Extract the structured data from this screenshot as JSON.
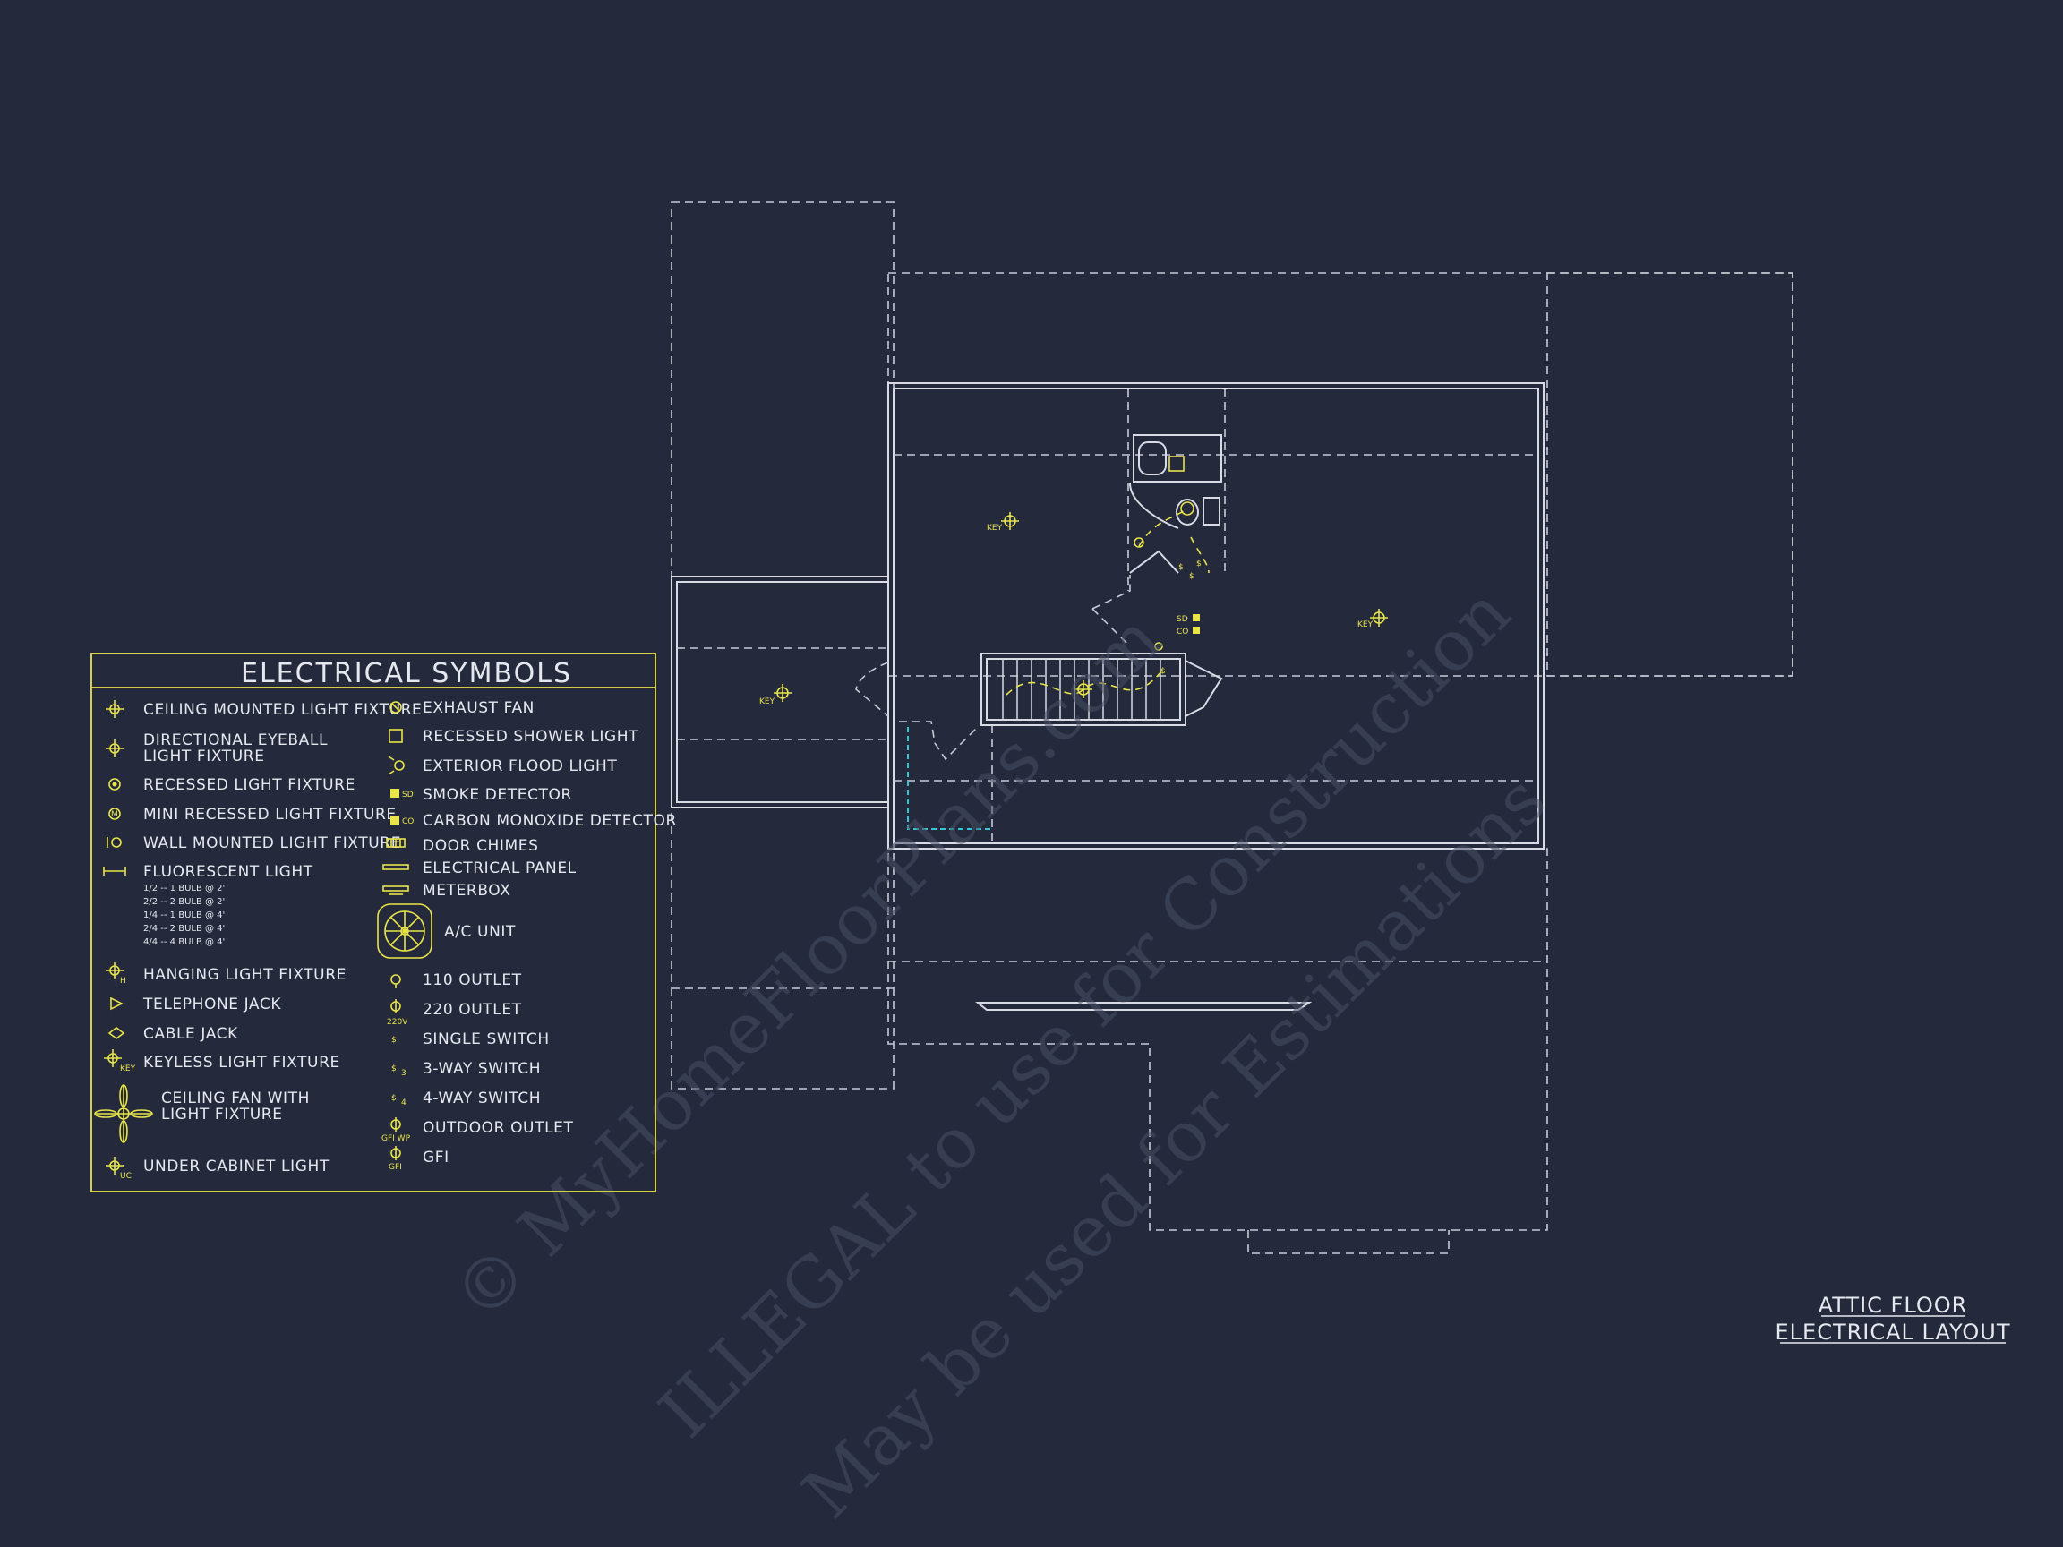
{
  "watermark": {
    "line1": "© MyHomeFloorPlans.com",
    "line2": "ILLEGAL to use for Construction",
    "line3": "May be used for Estimations"
  },
  "legend": {
    "title": "ELECTRICAL SYMBOLS",
    "left_items": [
      {
        "icon": "ceiling-light-icon",
        "label": "CEILING MOUNTED LIGHT FIXTURE"
      },
      {
        "icon": "eyeball-light-icon",
        "label": "DIRECTIONAL EYEBALL",
        "label2": "LIGHT FIXTURE"
      },
      {
        "icon": "recessed-light-icon",
        "label": "RECESSED LIGHT FIXTURE"
      },
      {
        "icon": "mini-recessed-light-icon",
        "label": "MINI RECESSED LIGHT FIXTURE"
      },
      {
        "icon": "wall-light-icon",
        "label": "WALL MOUNTED LIGHT FIXTURE"
      },
      {
        "icon": "fluorescent-light-icon",
        "label": "FLUORESCENT LIGHT"
      },
      {
        "icon": "hanging-light-icon",
        "label": "HANGING LIGHT FIXTURE"
      },
      {
        "icon": "telephone-jack-icon",
        "label": "TELEPHONE JACK"
      },
      {
        "icon": "cable-jack-icon",
        "label": "CABLE JACK"
      },
      {
        "icon": "keyless-light-icon",
        "label": "KEYLESS LIGHT FIXTURE"
      },
      {
        "icon": "ceiling-fan-icon",
        "label": "CEILING FAN WITH",
        "label2": "LIGHT FIXTURE"
      },
      {
        "icon": "under-cabinet-light-icon",
        "label": "UNDER CABINET LIGHT"
      }
    ],
    "fluorescent_notes": [
      "1/2 -- 1 BULB @ 2'",
      "2/2 -- 2 BULB @ 2'",
      "1/4 -- 1 BULB @ 4'",
      "2/4 -- 2 BULB @ 4'",
      "4/4 -- 4 BULB @ 4'"
    ],
    "right_items": [
      {
        "icon": "exhaust-fan-icon",
        "label": "EXHAUST FAN"
      },
      {
        "icon": "shower-light-icon",
        "label": "RECESSED SHOWER LIGHT"
      },
      {
        "icon": "flood-light-icon",
        "label": "EXTERIOR FLOOD LIGHT"
      },
      {
        "icon": "smoke-detector-icon",
        "label": "SMOKE DETECTOR"
      },
      {
        "icon": "co-detector-icon",
        "label": "CARBON MONOXIDE DETECTOR"
      },
      {
        "icon": "door-chimes-icon",
        "label": "DOOR CHIMES"
      },
      {
        "icon": "electrical-panel-icon",
        "label": "ELECTRICAL PANEL"
      },
      {
        "icon": "meterbox-icon",
        "label": "METERBOX"
      },
      {
        "icon": "ac-unit-icon",
        "label": "A/C UNIT"
      },
      {
        "icon": "outlet-110-icon",
        "label": "110 OUTLET"
      },
      {
        "icon": "outlet-220-icon",
        "label": "220 OUTLET"
      },
      {
        "icon": "single-switch-icon",
        "label": "SINGLE SWITCH"
      },
      {
        "icon": "three-way-switch-icon",
        "label": "3-WAY SWITCH"
      },
      {
        "icon": "four-way-switch-icon",
        "label": "4-WAY SWITCH"
      },
      {
        "icon": "outdoor-outlet-icon",
        "label": "OUTDOOR OUTLET"
      },
      {
        "icon": "gfi-icon",
        "label": "GFI"
      }
    ],
    "symbol_marks": {
      "hanging": "H",
      "keyless": "KEY",
      "under_cabinet": "UC",
      "smoke": "SD",
      "co": "CO",
      "outlet_220": "220V",
      "outdoor": "GFI WP",
      "gfi": "GFI",
      "switch": "$",
      "switch3": "3",
      "switch4": "4",
      "mini": "M"
    }
  },
  "plan": {
    "keyless_tag": "KEY",
    "smoke_tag": "SD",
    "co_tag": "CO"
  },
  "drawing_title": {
    "line1": "ATTIC FLOOR",
    "line2": "ELECTRICAL LAYOUT"
  },
  "colors": {
    "background": "#242a3c",
    "symbols": "#e8e44a",
    "walls": "#d8dae4",
    "watermark": "#4a5064",
    "cyan": "#39c4d4"
  }
}
